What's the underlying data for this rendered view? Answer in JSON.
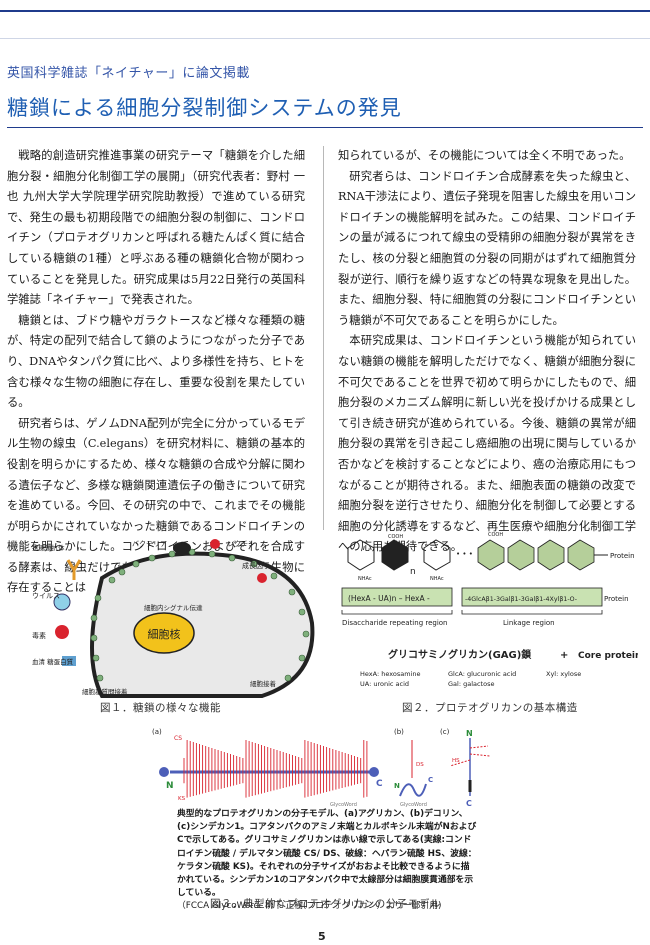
{
  "header": {
    "kicker": "英国科学雑誌「ネイチャー」に論文掲載",
    "title": "糖鎖による細胞分裂制御システムの発見"
  },
  "body": {
    "left_paragraphs": [
      "戦略的創造研究推進事業の研究テーマ「糖鎖を介した細胞分裂・細胞分化制御工学の展開」（研究代表者：野村 一也 九州大学大学院理学研究院助教授）で進めている研究で、発生の最も初期段階での細胞分裂の制御に、コンドロイチン（プロテオグリカンと呼ばれる糖たんぱく質に結合している糖鎖の1種）と呼ぶある種の糖鎖化合物が関わっていることを発見した。研究成果は5月22日発行の英国科学雑誌「ネイチャー」で発表された。",
      "糖鎖とは、ブドウ糖やガラクトースなど様々な種類の糖が、特定の配列で結合して鎖のようにつながった分子であり、DNAやタンパク質に比べ、より多様性を持ち、ヒトを含む様々な生物の細胞に存在し、重要な役割を果たしている。",
      "研究者らは、ゲノムDNA配列が完全に分かっているモデル生物の線虫（C.elegans）を研究材料に、糖鎖の基本的役割を明らかにするため、様々な糖鎖の合成や分解に関わる遺伝子など、多様な糖鎖関連遺伝子の働きについて研究を進めている。今回、その研究の中で、これまでその機能が明らかにされていなかった糖鎖であるコンドロイチンの機能を明らかにした。コンドロイチンおよびそれを合成する酵素は、線虫だけでなくヒトやマウスなど様々な生物に存在することは"
    ],
    "right_paragraphs": [
      "知られているが、その機能については全く不明であった。",
      "研究者らは、コンドロイチン合成酵素を失った線虫と、RNA干渉法により、遺伝子発現を阻害した線虫を用いコンドロイチンの機能解明を試みた。この結果、コンドロイチンの量が減るにつれて線虫の受精卵の細胞分裂が異常をきたし、核の分裂と細胞質の分裂の同期がはずれて細胞質分裂が逆行、順行を繰り返すなどの特異な現象を見出した。また、細胞分裂、特に細胞質の分裂にコンドロイチンという糖鎖が不可欠であることを明らかにした。",
      "本研究成果は、コンドロイチンという機能が知られていない糖鎖の機能を解明しただけでなく、糖鎖が細胞分裂に不可欠であることを世界で初めて明らかにしたもので、細胞分裂のメカニズム解明に新しい光を投げかける成果として引き続き研究が進められている。今後、糖鎖の異常が細胞分裂の異常を引き起こし癌細胞の出現に関与しているか否かなどを検討することなどにより、癌の治療応用にもつながることが期待される。また、細胞表面の糖鎖の改変で細胞分裂を逆行させたり、細胞分化を制御して必要とする細胞の分化誘導をするなど、再生医療や細胞分化制御工学への応用も期待できる。"
    ]
  },
  "figure1": {
    "labels": {
      "antibody": "抗糖鎖抗体",
      "bacteria": "バクテリア",
      "lectin": "レクチン",
      "virus": "ウイルス",
      "growth_factor": "成長因子",
      "signal": "細胞内シグナル伝達",
      "nucleus": "細胞核",
      "toxin": "毒素",
      "serum_protein": "血清\n糖蛋白質",
      "adhesion_matrix": "細胞基質間接着",
      "cell_adhesion": "細胞接着"
    },
    "caption": "図１．糖鎖の様々な機能"
  },
  "figure2": {
    "labels": {
      "cooh1": "COOH",
      "cooh2": "COOH",
      "nhac1": "NHAc",
      "nhac2": "NHAc",
      "n": "n",
      "ellipsis": "• • •",
      "protein_top": "Protein",
      "repeat_formula": "(HexA - UA)n – HexA -",
      "linkage_formula": "-4GlcAβ1-3Galβ1-3Galβ1-4Xylβ1-O-",
      "protein_mid": "Protein",
      "disaccharide_label": "Disaccharide repeating region",
      "linkage_label": "Linkage region",
      "gag_chain": "グリコサミノグリカン(GAG)鎖",
      "plus": "+",
      "core_protein": "Core protein",
      "legend_hexa": "HexA: hexosamine",
      "legend_ua": "UA: uronic acid",
      "legend_glca": "GlcA: glucuronic acid",
      "legend_gal": "Gal: galactose",
      "legend_xyl": "Xyl: xylose"
    },
    "caption": "図２．プロテオグリカンの基本構造"
  },
  "figure3": {
    "labels": {
      "a": "(a)",
      "b": "(b)",
      "c": "(c)",
      "cs": "CS",
      "ks": "KS",
      "n_a": "N",
      "c_a": "C",
      "ds": "DS",
      "n_b": "N",
      "c_b": "C",
      "hs": "HS",
      "n_c": "N",
      "c_c": "C",
      "logo1": "GlycoWord",
      "logo2": "GlycoWord"
    },
    "note": "典型的なプロテオグリカンの分子モデル、(a)アグリカン、(b)デコリン、(c)シンデカン1。コアタンパクのアミノ末端とカルボキシル末端がNおよびCで示してある。グリコサミノグリカンは赤い線で示してある(実線:コンドロイチン硫酸 / デルマタン硫酸 CS/ DS、破線：ヘパラン硫酸 HS、波線：ケラタン硫酸 KS)。それぞれの分子サイズがおおよそ比較できるように描かれている。シンデカン1のコアタンパク中で太線部分は細胞膜貫通部を示している。",
    "citation": "（FCCA GlycoWord: 柳下 正樹(プロテオグリカン）より一部引用)",
    "caption": "図３．典型的なプロテオグリカンの分子モデル"
  },
  "page_number": "5",
  "colors": {
    "accent_blue": "#1f3b8c",
    "title_blue": "#1f5fb3",
    "gag_red": "#d9232e",
    "nucleus_yellow": "#f2c21b"
  }
}
